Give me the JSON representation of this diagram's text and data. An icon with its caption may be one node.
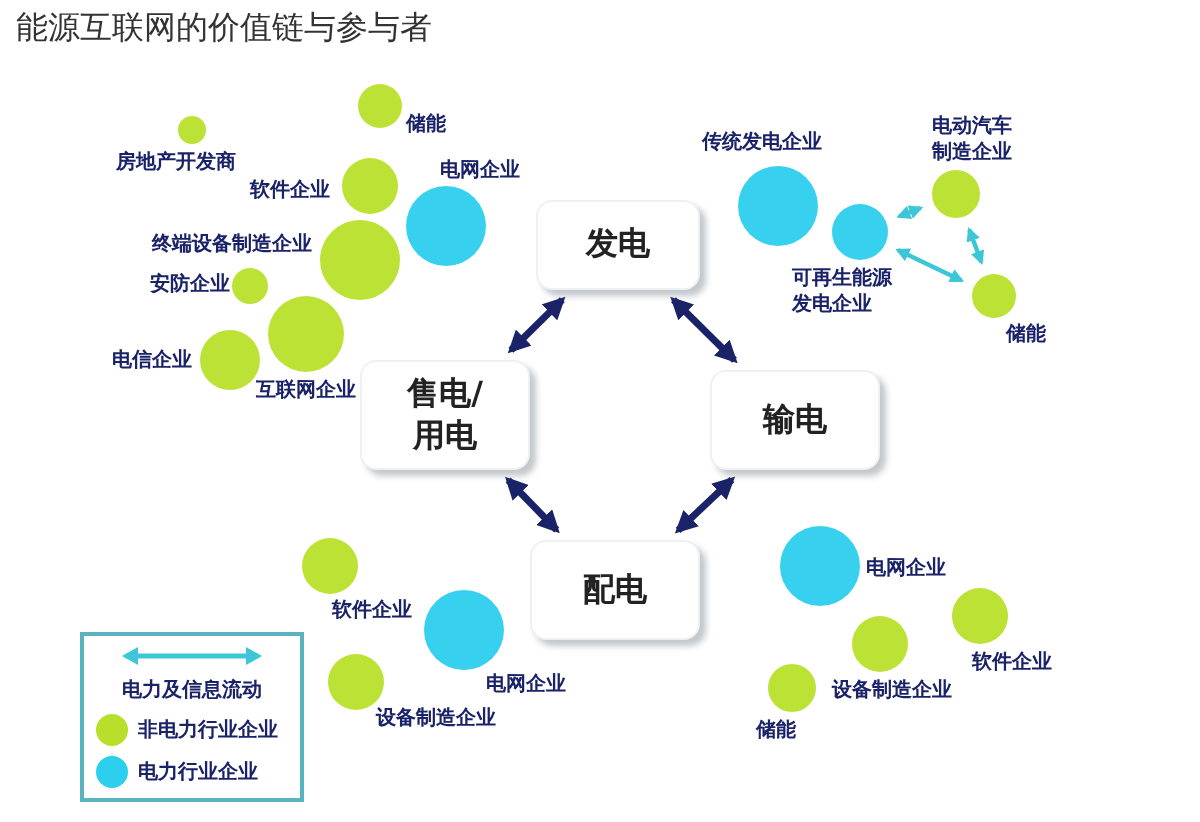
{
  "diagram": {
    "title": "能源互联网的价值链与参与者",
    "nodes": [
      {
        "text": [
          "发电"
        ]
      },
      {
        "text": [
          "售电/用电"
        ]
      },
      {
        "text": [
          "输电"
        ]
      },
      {
        "text": [
          "配电"
        ]
      },
      {
        "text": [],
        "shape": "circle",
        "beside": [
          "储能"
        ]
      },
      {
        "text": [],
        "shape": "circle",
        "beside": [
          "房地产开发商"
        ]
      },
      {
        "text": [],
        "shape": "circle",
        "beside": [
          "软件企业"
        ]
      },
      {
        "text": [],
        "shape": "circle",
        "beside": [
          "电网企业"
        ]
      },
      {
        "text": [],
        "shape": "circle",
        "beside": [
          "终端设备制造企业"
        ]
      },
      {
        "text": [],
        "shape": "circle",
        "beside": [
          "安防企业"
        ]
      },
      {
        "text": [],
        "shape": "circle",
        "beside": [
          "电信企业"
        ]
      },
      {
        "text": [],
        "shape": "circle",
        "beside": [
          "互联网企业"
        ]
      },
      {
        "text": [],
        "shape": "circle",
        "beside": [
          "传统发电企业"
        ]
      },
      {
        "text": [],
        "shape": "circle",
        "beside": [
          "可再生能源发电企业"
        ]
      },
      {
        "text": [],
        "shape": "circle",
        "beside": [
          "电动汽车制造企业"
        ]
      },
      {
        "text": [],
        "shape": "circle",
        "beside": [
          "储能"
        ]
      },
      {
        "text": [],
        "shape": "circle",
        "beside": [
          "软件企业"
        ]
      },
      {
        "text": [],
        "shape": "circle",
        "beside": [
          "电网企业"
        ]
      },
      {
        "text": [],
        "shape": "circle",
        "beside": [
          "设备制造企业"
        ]
      },
      {
        "text": [],
        "shape": "circle",
        "beside": [
          "电网企业"
        ]
      },
      {
        "text": [],
        "shape": "circle",
        "beside": [
          "设备制造企业"
        ]
      },
      {
        "text": [],
        "shape": "circle",
        "beside": [
          "软件企业"
        ]
      },
      {
        "text": [],
        "shape": "circle",
        "beside": [
          "储能"
        ]
      }
    ],
    "edges": [
      {
        "from": 0,
        "to": 1,
        "arrow": "both"
      },
      {
        "from": 0,
        "to": 2,
        "arrow": "both"
      },
      {
        "from": 2,
        "to": 3,
        "arrow": "both"
      },
      {
        "from": 3,
        "to": 1,
        "arrow": "both"
      },
      {
        "from": 13,
        "to": 14,
        "arrow": "both",
        "color": "#3cc6d8"
      },
      {
        "from": 13,
        "to": 15,
        "arrow": "both",
        "color": "#3cc6d8"
      },
      {
        "from": 14,
        "to": 15,
        "arrow": "both",
        "color": "#3cc6d8"
      }
    ],
    "legend": [
      {
        "text": "电力及信息流动"
      },
      {
        "text": "非电力行业企业",
        "color": "#b8e02a"
      },
      {
        "text": "电力行业企业",
        "color": "#2ccfee"
      }
    ]
  }
}
